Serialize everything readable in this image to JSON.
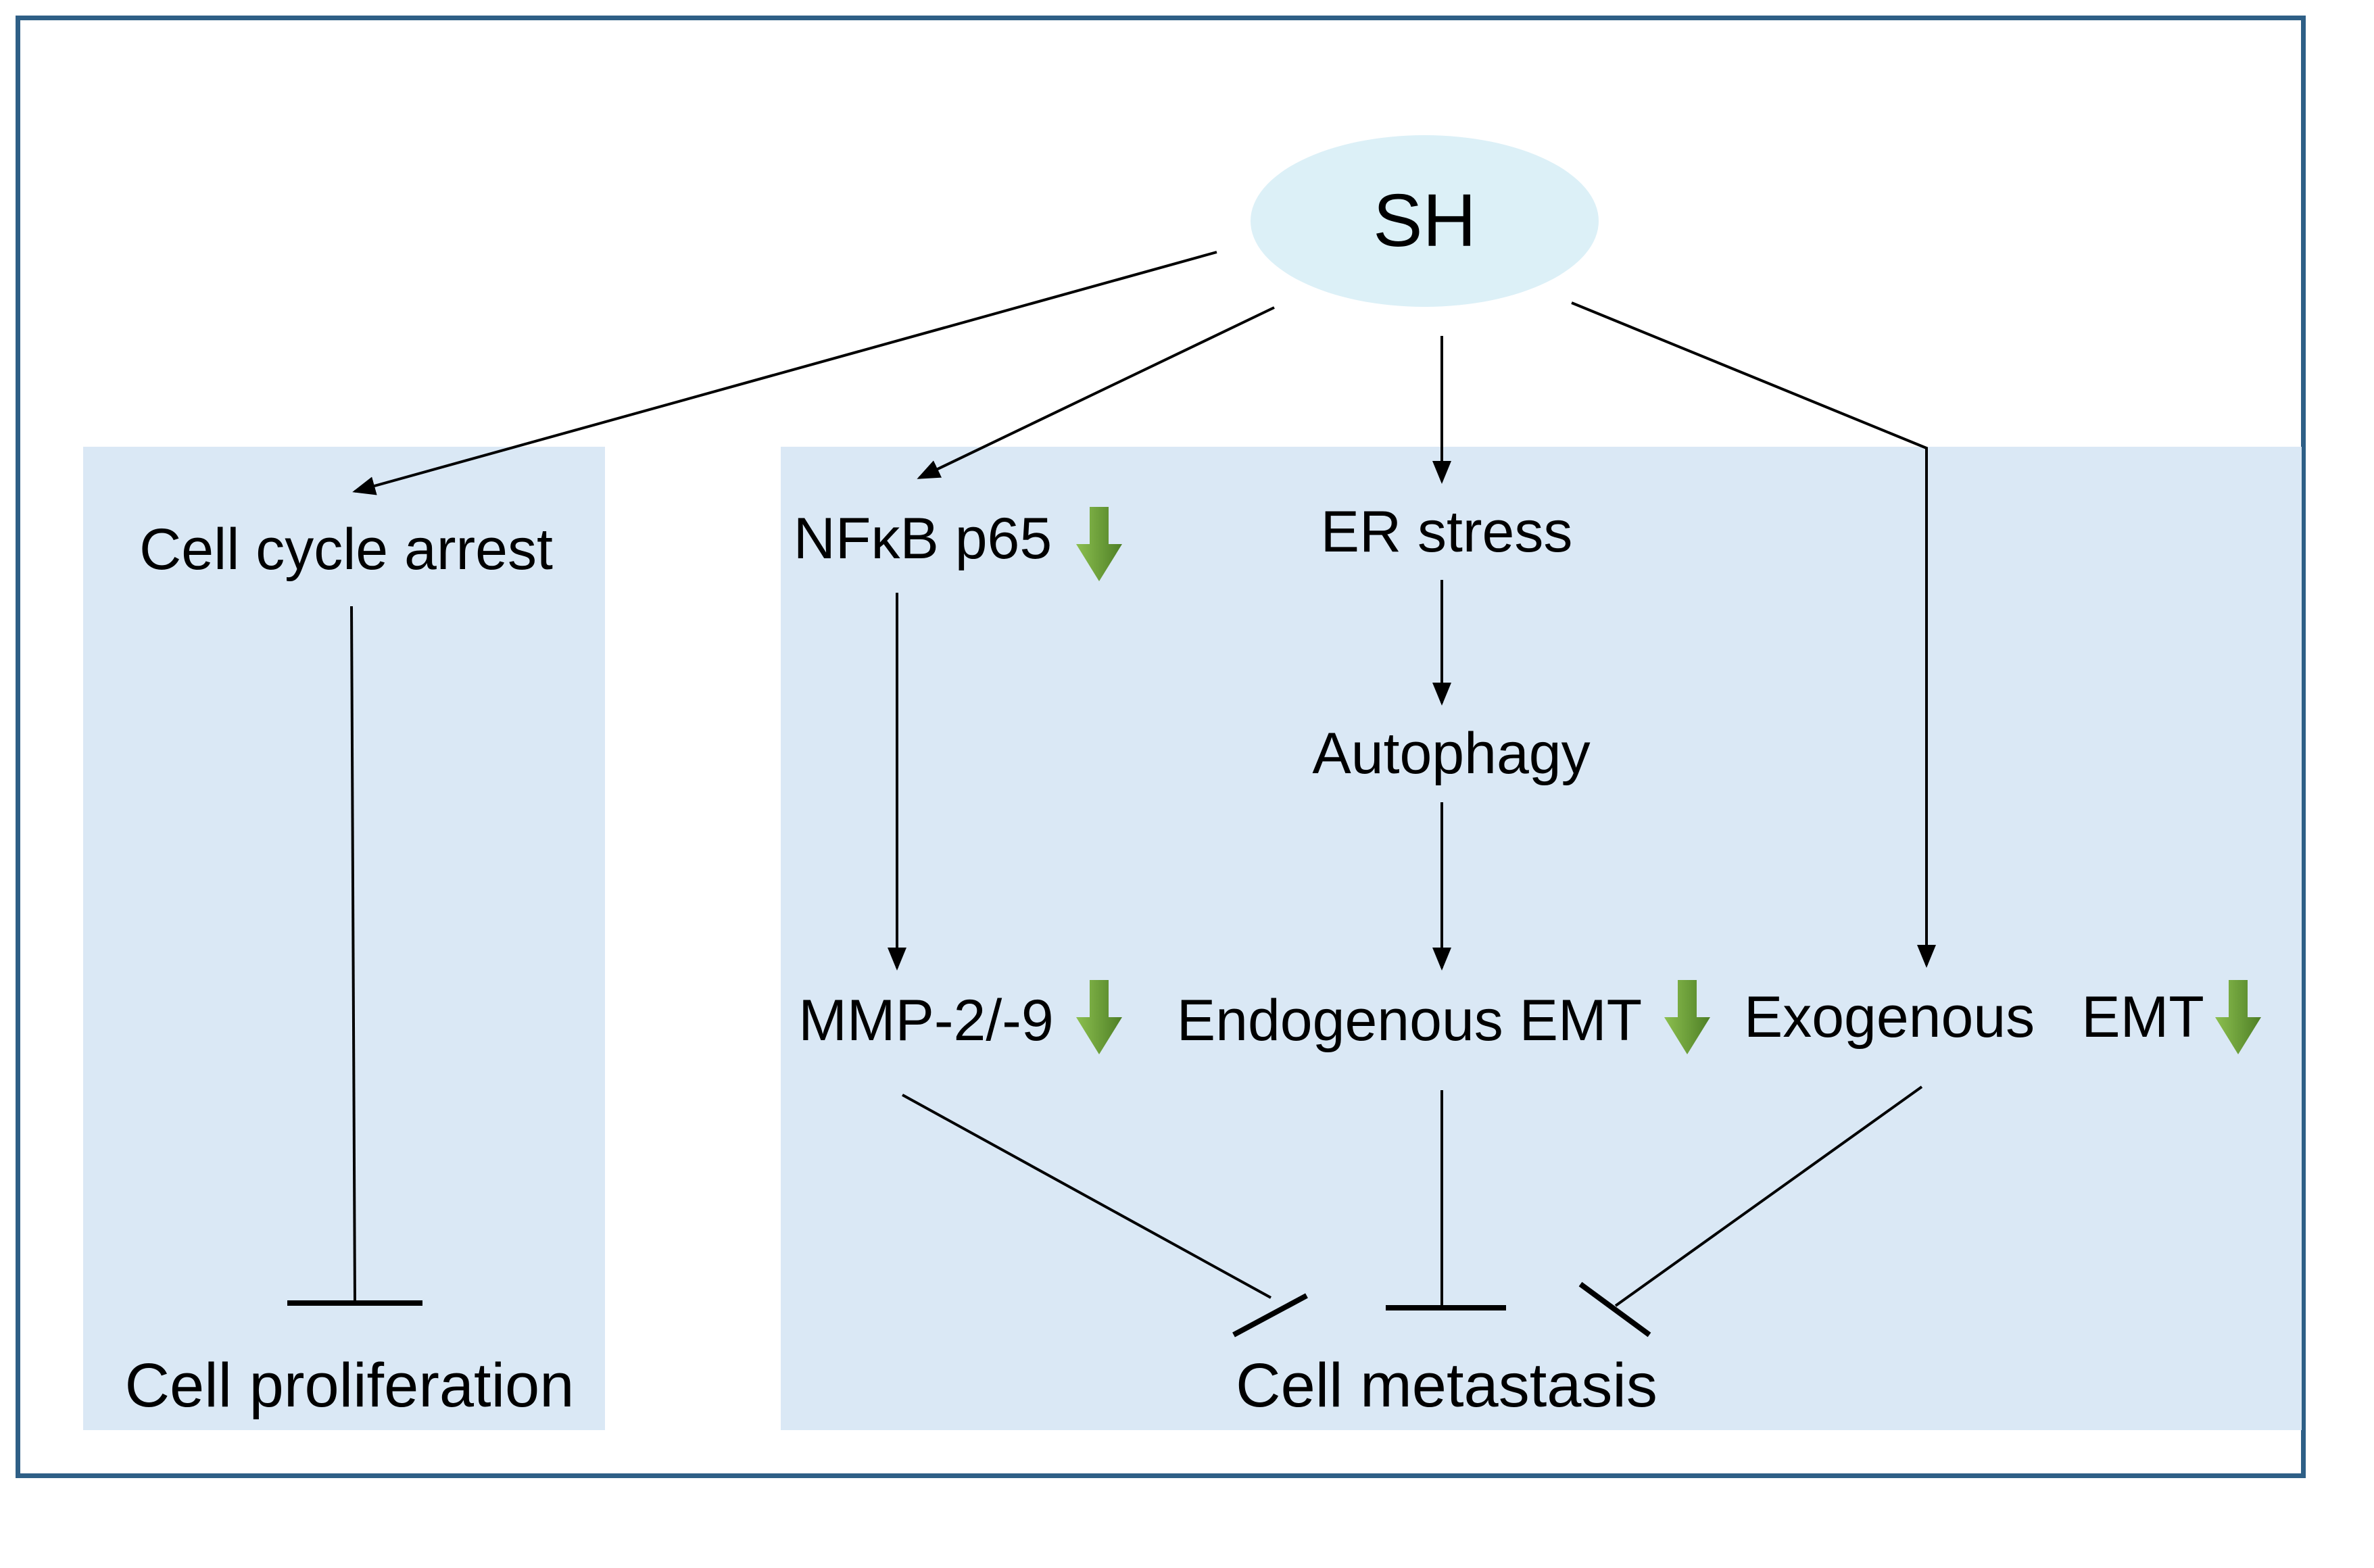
{
  "nodes": {
    "sh": "SH",
    "cell_cycle_arrest": "Cell cycle arrest",
    "cell_proliferation": "Cell proliferation",
    "nfkb_p65": "NFκB p65",
    "er_stress": "ER stress",
    "autophagy": "Autophagy",
    "mmp": "MMP-2/-9",
    "endogenous_emt": "Endogenous EMT",
    "exogenous": "Exogenous",
    "emt": "EMT",
    "cell_metastasis": "Cell metastasis"
  },
  "colors": {
    "frame": "#2e5f86",
    "panel": "#dae8f5",
    "sh_fill": "#dcf0f7",
    "down_arrow": "#6a9a3a"
  },
  "icons": {
    "downregulation": "down-arrow-icon"
  }
}
